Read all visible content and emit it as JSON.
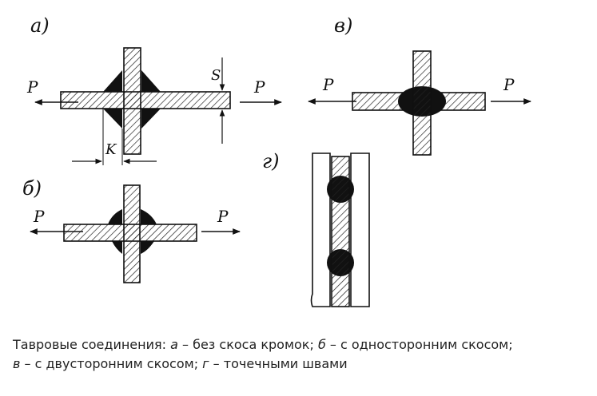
{
  "figure": {
    "labels": {
      "a": "а)",
      "b": "б)",
      "v": "в)",
      "g": "г)",
      "force": "P",
      "thickness": "S",
      "leg": "K"
    }
  },
  "caption": {
    "prefix": "Тавровые соединения: ",
    "a_key": "а",
    "a_text": " – без скоса кромок; ",
    "b_key": "б",
    "b_text": " – с односторонним скосом;",
    "v_key": "в",
    "v_text": " – с двусторонним скосом; ",
    "g_key": "г",
    "g_text": " – точечными швами"
  }
}
